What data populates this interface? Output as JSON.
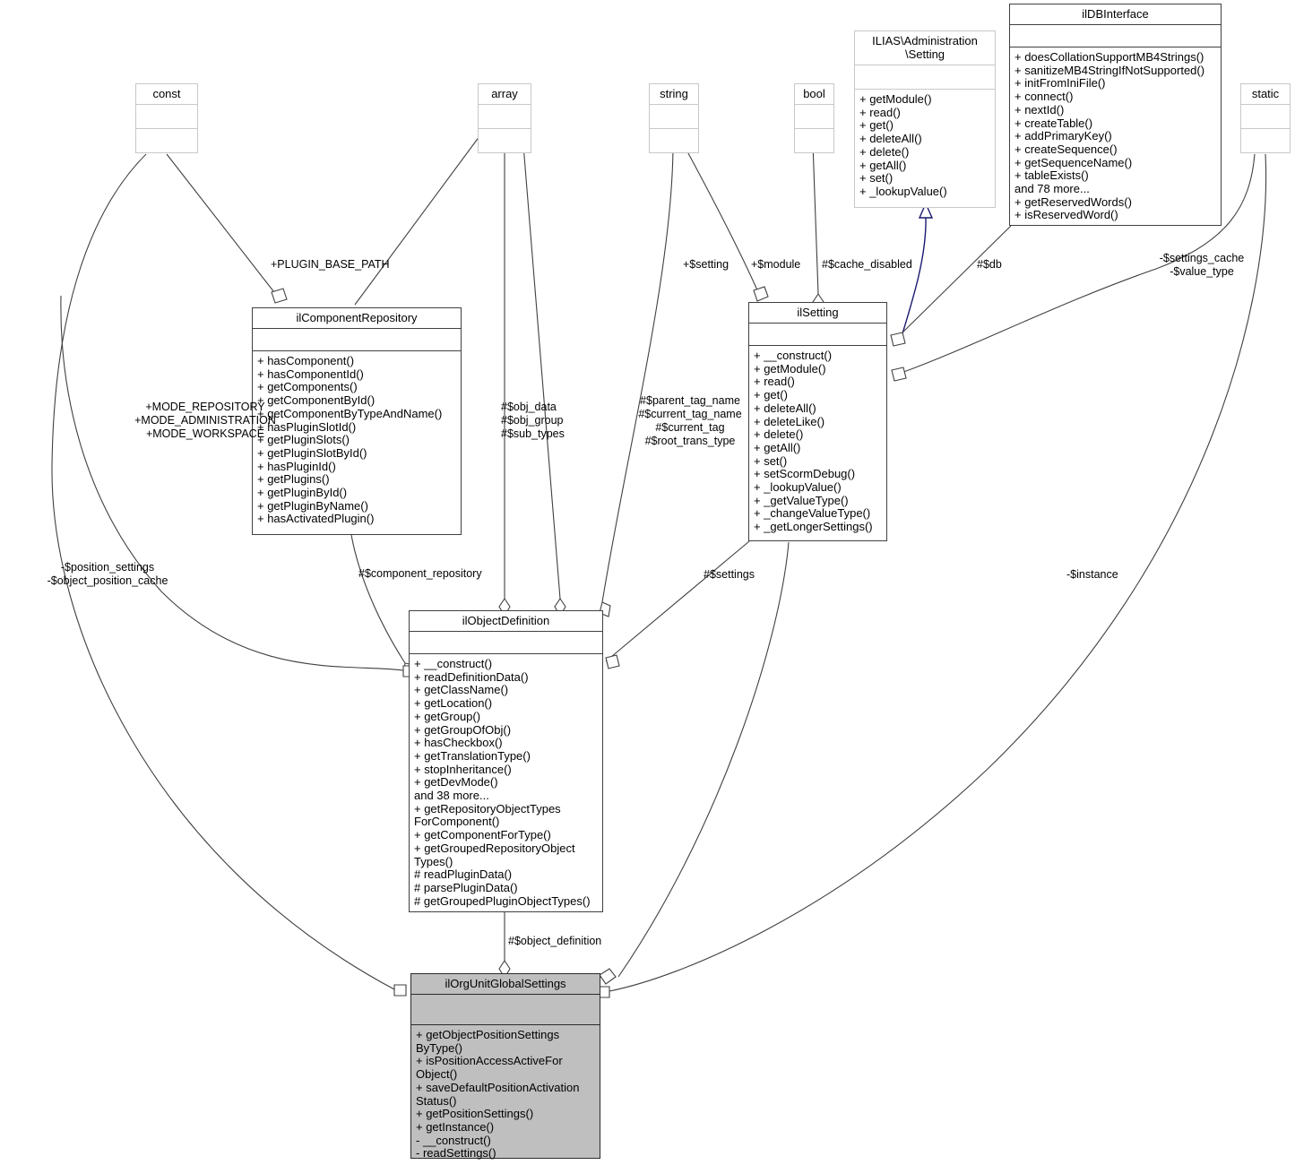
{
  "diagram": {
    "type": "uml-collaboration-diagram",
    "focus_class": "ilOrgUnitGlobalSettings",
    "colors": {
      "highlight_fill": "#bfbfbf",
      "thin_border": "#c8c8c8",
      "thick_border": "#404040",
      "inheritance_arrow": "#191970",
      "edge": "#404040"
    }
  },
  "nodes": {
    "const": {
      "title": "const",
      "attrs": "",
      "ops": []
    },
    "array": {
      "title": "array",
      "attrs": "",
      "ops": []
    },
    "string": {
      "title": "string",
      "attrs": "",
      "ops": []
    },
    "bool": {
      "title": "bool",
      "attrs": "",
      "ops": []
    },
    "static": {
      "title": "static",
      "attrs": "",
      "ops": []
    },
    "ilias_setting": {
      "title": "ILIAS\\Administration\n\\Setting",
      "attrs": "",
      "ops": [
        "+ getModule()",
        "+ read()",
        "+ get()",
        "+ deleteAll()",
        "+ delete()",
        "+ getAll()",
        "+ set()",
        "+ _lookupValue()"
      ]
    },
    "ildbinterface": {
      "title": "ilDBInterface",
      "attrs": "",
      "ops": [
        "+ doesCollationSupportMB4Strings()",
        "+ sanitizeMB4StringIfNotSupported()",
        "+ initFromIniFile()",
        "+ connect()",
        "+ nextId()",
        "+ createTable()",
        "+ addPrimaryKey()",
        "+ createSequence()",
        "+ getSequenceName()",
        "+ tableExists()",
        "and 78 more...",
        "+ getReservedWords()",
        "+ isReservedWord()"
      ]
    },
    "ilcomponentrepository": {
      "title": "ilComponentRepository",
      "attrs": "",
      "ops": [
        "+ hasComponent()",
        "+ hasComponentId()",
        "+ getComponents()",
        "+ getComponentById()",
        "+ getComponentByTypeAndName()",
        "+ hasPluginSlotId()",
        "+ getPluginSlots()",
        "+ getPluginSlotById()",
        "+ hasPluginId()",
        "+ getPlugins()",
        "+ getPluginById()",
        "+ getPluginByName()",
        "+ hasActivatedPlugin()"
      ]
    },
    "ilsetting": {
      "title": "ilSetting",
      "attrs": "",
      "ops": [
        "+ __construct()",
        "+ getModule()",
        "+ read()",
        "+ get()",
        "+ deleteAll()",
        "+ deleteLike()",
        "+ delete()",
        "+ getAll()",
        "+ set()",
        "+ setScormDebug()",
        "+ _lookupValue()",
        "+ _getValueType()",
        "+ _changeValueType()",
        "+ _getLongerSettings()"
      ]
    },
    "ilobjectdefinition": {
      "title": "ilObjectDefinition",
      "attrs": "",
      "ops": [
        "+ __construct()",
        "+ readDefinitionData()",
        "+ getClassName()",
        "+ getLocation()",
        "+ getGroup()",
        "+ getGroupOfObj()",
        "+ hasCheckbox()",
        "+ getTranslationType()",
        "+ stopInheritance()",
        "+ getDevMode()",
        "and 38 more...",
        "+ getRepositoryObjectTypes\nForComponent()",
        "+ getComponentForType()",
        "+ getGroupedRepositoryObject\nTypes()",
        "# readPluginData()",
        "# parsePluginData()",
        "# getGroupedPluginObjectTypes()"
      ]
    },
    "ilorgunitglobalsettings": {
      "title": "ilOrgUnitGlobalSettings",
      "attrs": "",
      "ops": [
        "+ getObjectPositionSettings\nByType()",
        "+ isPositionAccessActiveFor\nObject()",
        "+ saveDefaultPositionActivation\nStatus()",
        "+ getPositionSettings()",
        "+ getInstance()",
        "- __construct()",
        "- readSettings()"
      ]
    }
  },
  "edge_labels": {
    "plugin_base_path": "+PLUGIN_BASE_PATH",
    "setting": "+$setting",
    "module": "+$module",
    "cache_disabled": "#$cache_disabled",
    "db": "#$db",
    "settings_cache_value_type": "-$settings_cache\n-$value_type",
    "modes": "+MODE_REPOSITORY\n+MODE_ADMINISTRATION\n+MODE_WORKSPACE",
    "obj_data": "#$obj_data\n#$obj_group\n#$sub_types",
    "tag_names": "#$parent_tag_name\n#$current_tag_name\n#$current_tag\n#$root_trans_type",
    "position_settings": "-$position_settings\n-$object_position_cache",
    "component_repository": "#$component_repository",
    "settings": "#$settings",
    "instance": "-$instance",
    "object_definition": "#$object_definition"
  }
}
